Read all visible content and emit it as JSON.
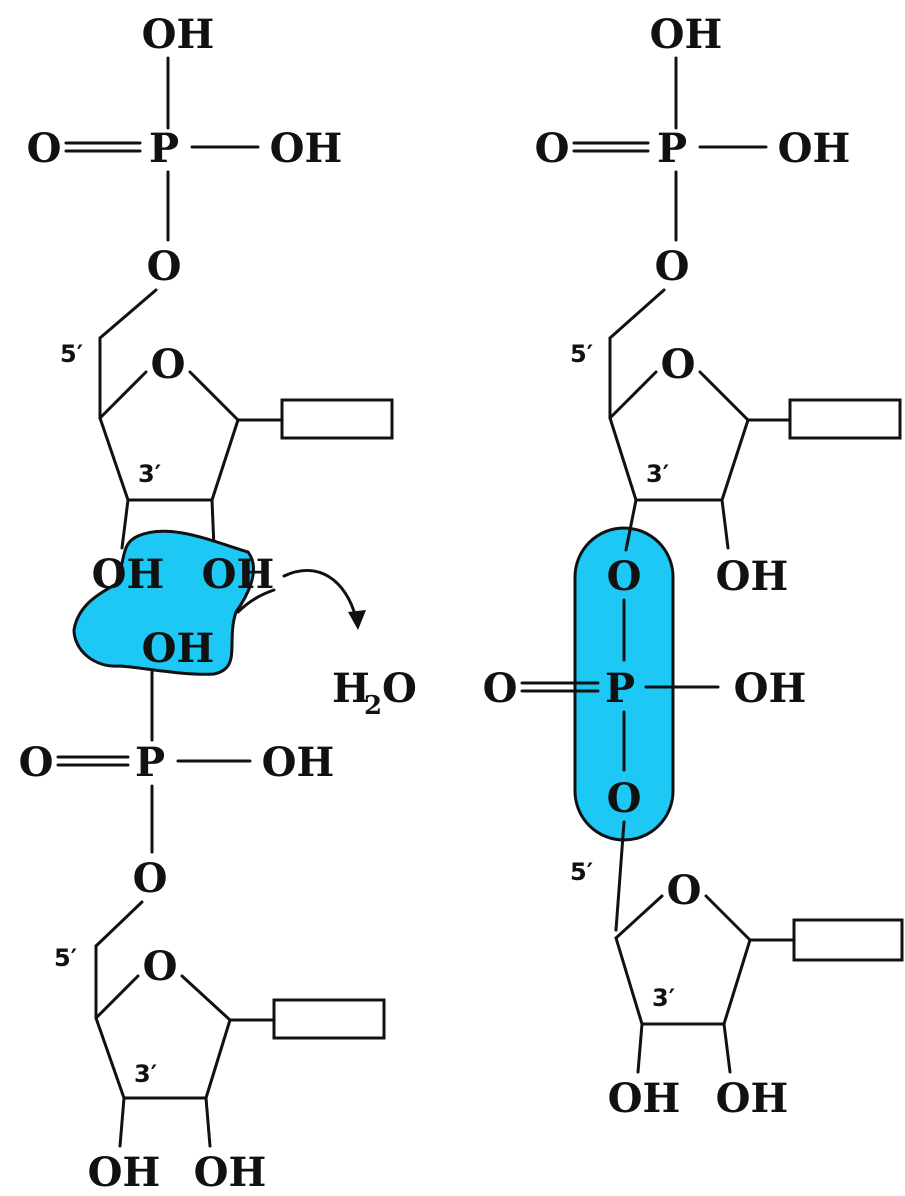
{
  "colors": {
    "highlight": "#1ec8f5",
    "ink": "#111111",
    "background": "#ffffff"
  },
  "labels": {
    "oh": "OH",
    "o": "O",
    "p": "P",
    "h2o_h": "H",
    "h2o_sub": "2",
    "h2o_o": "O",
    "five_prime": "5′",
    "three_prime": "3′"
  },
  "diagram": {
    "left_panel": "reactants: two nucleotides",
    "right_panel": "product: dinucleotide joined by phosphodiester bond",
    "released": "water"
  }
}
